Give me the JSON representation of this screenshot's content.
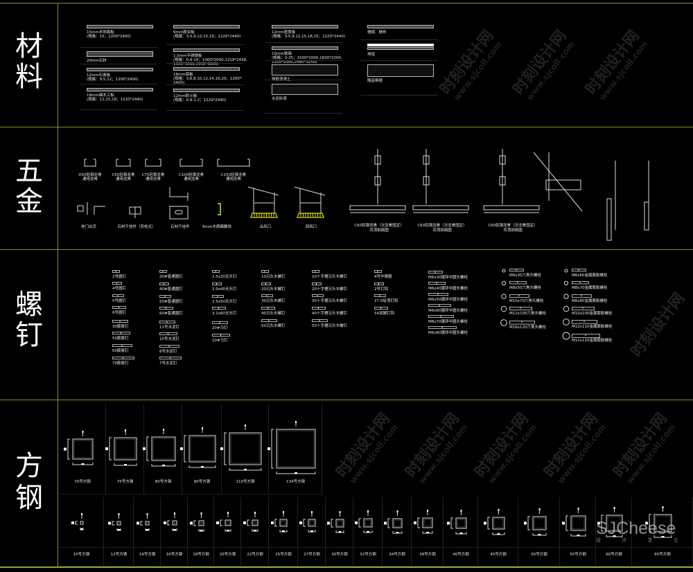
{
  "categories": [
    "材料",
    "五金",
    "螺钉",
    "方钢"
  ],
  "materials": {
    "col1": [
      {
        "name": "15mm木饰面板",
        "spec": "(规格：15；1200*2400)"
      },
      {
        "name": "20mm石材",
        "spec": ""
      },
      {
        "name": "12mm石膏板",
        "spec": "(规格：9.5,12；1200*2400)"
      },
      {
        "name": "18mm细木工板",
        "spec": "(规格：12,15,18；1220*2440)"
      }
    ],
    "col2": [
      {
        "name": "9mm胶合板",
        "spec": "(规格：3,5,9,12,15,18；1220*2440)"
      },
      {
        "name": "1.5mm不锈钢板",
        "spec": "(规格：0.6-16；1000*2000,1219*2438,",
        "spec2": "1500*3000,1500*6000)"
      },
      {
        "name": "18mm铝板",
        "spec": "(规格：3,6,8,10,12,14,16,20；1200*",
        "spec2": "2400)"
      },
      {
        "name": "12mm防火板",
        "spec": "(规格：0.8-1.2；1220*2440)"
      }
    ],
    "col3": [
      {
        "name": "12mm密度板",
        "spec": "(规格：3,5,9,12,15,18,25；1220*2440)"
      },
      {
        "name": "10mm玻璃",
        "spec": "(规格：3-25；1500*2000,1830*2200,",
        "spec2": "2250*3300,2440*3250)"
      },
      {
        "name": "钢筋混凝土",
        "spec": ""
      },
      {
        "name": "水泥砂浆",
        "spec": ""
      }
    ],
    "col4": [
      {
        "name": "墙纸、墙布"
      },
      {
        "name": "地毯"
      },
      {
        "name": "隔音棉墙"
      }
    ]
  },
  "hardware": {
    "keels": [
      {
        "l1": "D50轻钢龙骨",
        "l2": "通用龙骨"
      },
      {
        "l1": "C50轻钢龙骨",
        "l2": "通用龙骨"
      },
      {
        "l1": "C75轻钢龙骨",
        "l2": "通用龙骨"
      },
      {
        "l1": "C100轻钢龙骨",
        "l2": "通用龙骨"
      },
      {
        "l1": "C150轻钢龙骨",
        "l2": "通用龙骨"
      }
    ],
    "parts": [
      "地门合页",
      "石材干挂件（背栓式）",
      "石材干挂件",
      "6mm木质踢脚线",
      "出风口",
      "回风口"
    ],
    "sections": [
      {
        "l1": "C60轻钢龙骨（次龙骨固定）",
        "l2": "吊顶剖面图"
      },
      {
        "l1": "C60轻钢龙骨（次龙骨固定）",
        "l2": "吊顶剖面图"
      },
      {
        "l1": "C60轻钢龙骨（次龙骨固定）",
        "l2": "吊顶剖面图"
      }
    ]
  },
  "screws": {
    "c1": [
      "2号圆钉",
      "4号圆钉",
      "5号圆钉",
      "6号圆钉",
      "30膨胀钉",
      "50膨胀钉",
      "60膨胀钉",
      "70膨胀钉"
    ],
    "c2": [
      "20#普通圆钉",
      "40#普通圆钉",
      "50#普通圆钉",
      "60#普通圆钉",
      "11号水泥钉",
      "10号水泥钉",
      "8号水泥钉",
      "7号水泥钉"
    ],
    "c3": [
      "1.5x30无头钉",
      "2.0x40无头钉",
      "2.5x50无头钉",
      "3.1x60无头钉",
      "20#马钉",
      "10#马钉"
    ],
    "c4": [
      "10沉头木螺钉",
      "20沉头木螺钉",
      "30沉头木螺钉",
      "40沉头木螺钉",
      "50沉头木螺钉"
    ],
    "c5": [
      "10十字槽沉头木螺钉",
      "20十字槽沉头木螺钉",
      "30十字槽沉头木螺钉",
      "40十字槽沉头木螺钉",
      "50十字槽沉头木螺钉"
    ],
    "c6": [
      "4号羊眼圈",
      "2号钉钩",
      "27.5吸顶钉钩",
      "54双脚钉钩"
    ],
    "c7": [
      "M6x30镀锌半圆头螺栓",
      "M6x40镀锌半圆头螺栓",
      "M6x50镀锌半圆头螺栓",
      "M6x60镀锌半圆头螺栓",
      "M6x70镀锌半圆头螺栓",
      "M6x80镀锌半圆头螺栓"
    ],
    "c8": [
      "M6x30六角头螺栓",
      "M8x50六角头螺栓",
      "M10x70六角头螺栓",
      "M12x100六角头螺栓",
      "M16x120六角头螺栓"
    ],
    "c9": [
      "M6x60金属膨胀螺栓",
      "M8x70金属膨胀螺栓",
      "M8x80金属膨胀螺栓",
      "M10x100金属膨胀螺栓",
      "M12x110金属膨胀螺栓",
      "M12x120金属膨胀螺栓"
    ]
  },
  "square_steel": {
    "large": [
      {
        "size": 70,
        "label": "70号方钢"
      },
      {
        "size": 75,
        "label": "75号方钢"
      },
      {
        "size": 80,
        "label": "80号方钢"
      },
      {
        "size": 90,
        "label": "90号方钢"
      },
      {
        "size": 110,
        "label": "110号方钢"
      },
      {
        "size": 134,
        "label": "134号方钢"
      }
    ],
    "small": [
      {
        "size": 10,
        "label": "10号方钢"
      },
      {
        "size": 12,
        "label": "12号方钢"
      },
      {
        "size": 14,
        "label": "14号方钢"
      },
      {
        "size": 16,
        "label": "16号方钢"
      },
      {
        "size": 18,
        "label": "18号方钢"
      },
      {
        "size": 20,
        "label": "20号方钢"
      },
      {
        "size": 22,
        "label": "22号方钢"
      },
      {
        "size": 25,
        "label": "25号方钢"
      },
      {
        "size": 27,
        "label": "27号方钢"
      },
      {
        "size": 30,
        "label": "30号方钢"
      },
      {
        "size": 32,
        "label": "32号方钢"
      },
      {
        "size": 34,
        "label": "34号方钢"
      },
      {
        "size": 38,
        "label": "38号方钢"
      },
      {
        "size": 40,
        "label": "40号方钢"
      },
      {
        "size": 45,
        "label": "45号方钢"
      },
      {
        "size": 50,
        "label": "50号方钢"
      },
      {
        "size": 55,
        "label": "55号方钢"
      },
      {
        "size": 60,
        "label": "60号方钢"
      },
      {
        "size": 65,
        "label": "65号方钢"
      }
    ]
  },
  "watermark": {
    "cn": "时刻设计网",
    "url": "www.sjcoll.com",
    "brand": "SJCheese",
    "brand_sub": "设 计 芝 士"
  },
  "colors": {
    "frame": "#8f8f2a",
    "line": "#e0e0e0",
    "accent": "#e6e600"
  }
}
